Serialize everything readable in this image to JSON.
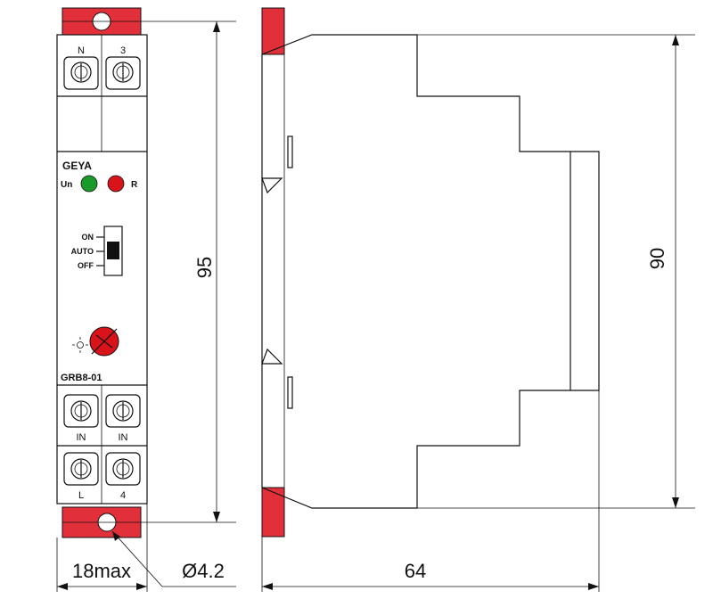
{
  "front_view": {
    "brand": "GEYA",
    "model": "GRB8-01",
    "indicator_un": "Un",
    "indicator_r": "R",
    "switch_on": "ON",
    "switch_auto": "AUTO",
    "switch_off": "OFF",
    "terminal_top_left": "N",
    "terminal_top_right": "3",
    "terminal_mid_left": "IN",
    "terminal_mid_right": "IN",
    "terminal_bot_left": "L",
    "terminal_bot_right": "4",
    "sun_icon": "sun-icon",
    "moon_icon": "moon-icon",
    "colors": {
      "led_green": "#1a9a2a",
      "led_red": "#d8141a",
      "clip_red": "#e2303a",
      "knob_red": "#d8141a"
    }
  },
  "dimensions": {
    "height_front": "95",
    "height_side": "90",
    "width_front": "18max",
    "hole_diameter": "Ø4.2",
    "depth_side": "64"
  }
}
